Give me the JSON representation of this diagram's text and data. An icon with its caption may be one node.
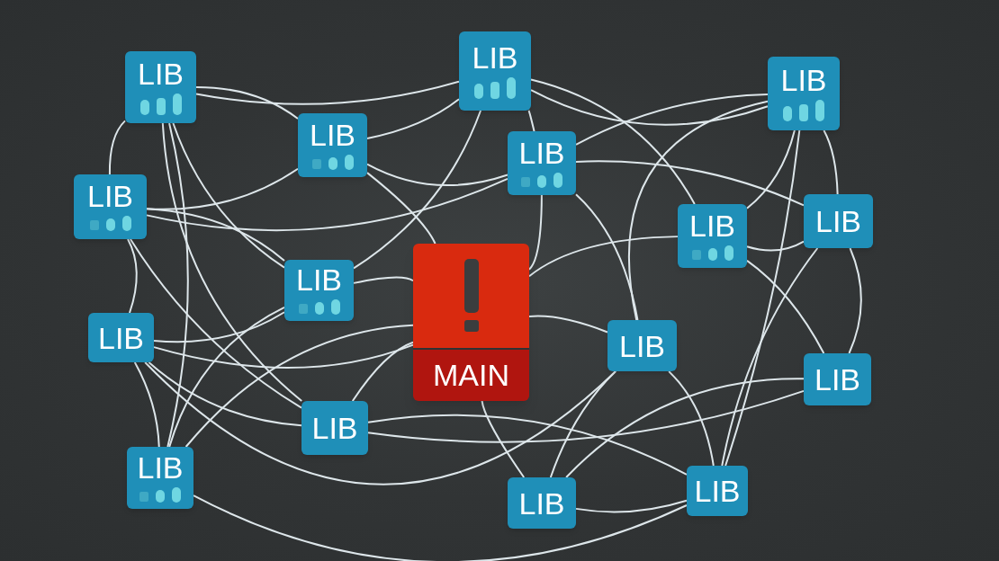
{
  "diagram": {
    "nodes": [
      {
        "text": [
          "LIB"
        ]
      },
      {
        "text": [
          "LIB"
        ]
      },
      {
        "text": [
          "LIB"
        ]
      },
      {
        "text": [
          "LIB"
        ]
      },
      {
        "text": [
          "LIB"
        ]
      },
      {
        "text": [
          "LIB"
        ]
      },
      {
        "text": [
          "LIB"
        ]
      },
      {
        "text": [
          "LIB"
        ]
      },
      {
        "text": [
          "MAIN"
        ]
      },
      {
        "text": [
          "LIB"
        ]
      },
      {
        "text": [
          "LIB"
        ]
      },
      {
        "text": [
          "LIB"
        ]
      },
      {
        "text": [
          "LIB"
        ]
      },
      {
        "text": [
          "LIB"
        ]
      },
      {
        "text": [
          "LIB"
        ]
      },
      {
        "text": [
          "LIB"
        ]
      },
      {
        "text": [
          "LIB"
        ]
      }
    ],
    "edges": [
      {
        "from": 1,
        "to": 0,
        "arrow": "none"
      },
      {
        "from": 1,
        "to": 3,
        "arrow": "none"
      },
      {
        "from": 1,
        "to": 5,
        "arrow": "none"
      },
      {
        "from": 1,
        "to": 14,
        "arrow": "none"
      },
      {
        "from": 1,
        "to": 9,
        "arrow": "none"
      },
      {
        "from": 1,
        "to": 13,
        "arrow": "none"
      },
      {
        "from": 3,
        "to": 0,
        "arrow": "none"
      },
      {
        "from": 3,
        "to": 5,
        "arrow": "none"
      },
      {
        "from": 3,
        "to": 4,
        "arrow": "none"
      },
      {
        "from": 3,
        "to": 8,
        "arrow": "none"
      },
      {
        "from": 5,
        "to": 4,
        "arrow": "none"
      },
      {
        "from": 5,
        "to": 10,
        "arrow": "none"
      },
      {
        "from": 5,
        "to": 13,
        "arrow": "none"
      },
      {
        "from": 5,
        "to": 9,
        "arrow": "none"
      },
      {
        "from": 0,
        "to": 2,
        "arrow": "none"
      },
      {
        "from": 0,
        "to": 4,
        "arrow": "none"
      },
      {
        "from": 0,
        "to": 9,
        "arrow": "none"
      },
      {
        "from": 0,
        "to": 7,
        "arrow": "none"
      },
      {
        "from": 2,
        "to": 4,
        "arrow": "none"
      },
      {
        "from": 2,
        "to": 7,
        "arrow": "none"
      },
      {
        "from": 2,
        "to": 11,
        "arrow": "none"
      },
      {
        "from": 2,
        "to": 6,
        "arrow": "none"
      },
      {
        "from": 2,
        "to": 16,
        "arrow": "none"
      },
      {
        "from": 4,
        "to": 8,
        "arrow": "none"
      },
      {
        "from": 4,
        "to": 6,
        "arrow": "none"
      },
      {
        "from": 4,
        "to": 11,
        "arrow": "none"
      },
      {
        "from": 7,
        "to": 6,
        "arrow": "none"
      },
      {
        "from": 7,
        "to": 12,
        "arrow": "none"
      },
      {
        "from": 7,
        "to": 8,
        "arrow": "none"
      },
      {
        "from": 6,
        "to": 12,
        "arrow": "none"
      },
      {
        "from": 6,
        "to": 16,
        "arrow": "none"
      },
      {
        "from": 8,
        "to": 10,
        "arrow": "none"
      },
      {
        "from": 8,
        "to": 9,
        "arrow": "none"
      },
      {
        "from": 8,
        "to": 11,
        "arrow": "none"
      },
      {
        "from": 8,
        "to": 13,
        "arrow": "none"
      },
      {
        "from": 8,
        "to": 14,
        "arrow": "none"
      },
      {
        "from": 8,
        "to": 15,
        "arrow": "none"
      },
      {
        "from": 9,
        "to": 10,
        "arrow": "none"
      },
      {
        "from": 9,
        "to": 14,
        "arrow": "none"
      },
      {
        "from": 10,
        "to": 14,
        "arrow": "none"
      },
      {
        "from": 10,
        "to": 13,
        "arrow": "none"
      },
      {
        "from": 10,
        "to": 11,
        "arrow": "none"
      },
      {
        "from": 11,
        "to": 15,
        "arrow": "none"
      },
      {
        "from": 11,
        "to": 16,
        "arrow": "none"
      },
      {
        "from": 12,
        "to": 15,
        "arrow": "none"
      },
      {
        "from": 12,
        "to": 13,
        "arrow": "none"
      },
      {
        "from": 13,
        "to": 16,
        "arrow": "none"
      },
      {
        "from": 14,
        "to": 16,
        "arrow": "none"
      },
      {
        "from": 15,
        "to": 16,
        "arrow": "none"
      }
    ]
  }
}
